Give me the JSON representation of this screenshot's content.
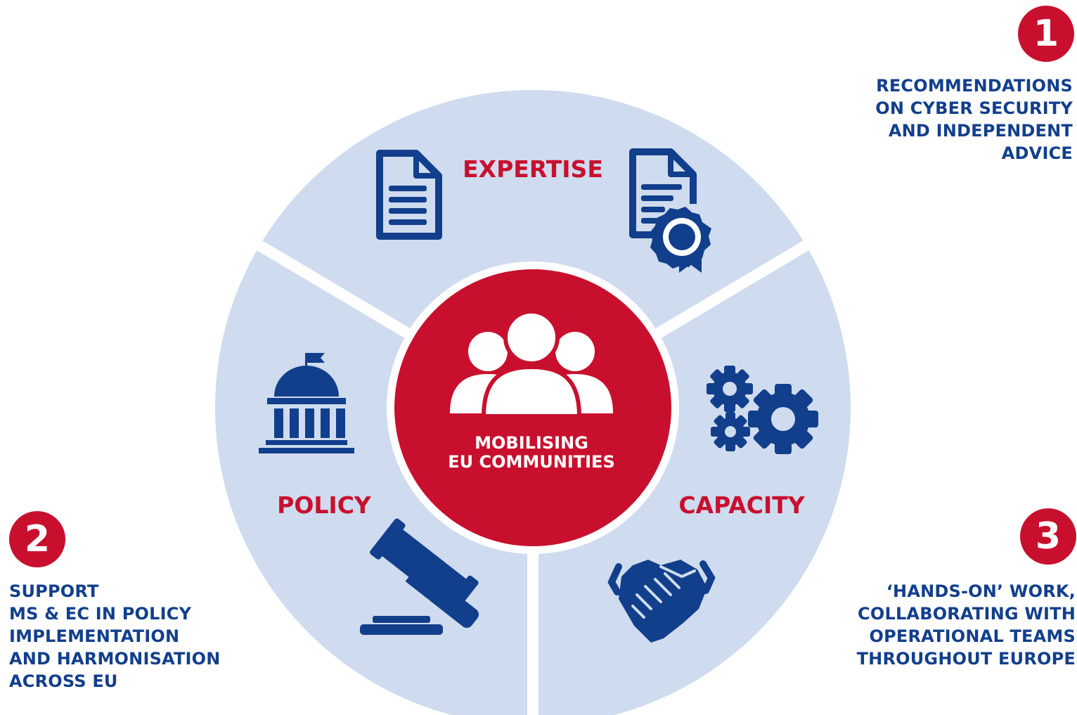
{
  "colors": {
    "segment": "#cfdbee",
    "separator": "#ffffff",
    "center": "#c8102e",
    "label_red": "#c8102e",
    "navy": "#123f8c",
    "icon_navy": "#123f8c",
    "white": "#ffffff"
  },
  "center": {
    "line1": "MOBILISING",
    "line2": "EU COMMUNITIES",
    "icon": "people-group-icon"
  },
  "segments": {
    "expertise": {
      "label": "EXPERTISE",
      "icons": [
        "document-icon",
        "certificate-icon"
      ]
    },
    "policy": {
      "label": "POLICY",
      "icons": [
        "government-building-icon",
        "gavel-icon"
      ]
    },
    "capacity": {
      "label": "CAPACITY",
      "icons": [
        "gears-icon",
        "handshake-icon"
      ]
    }
  },
  "callouts": [
    {
      "number": "1",
      "lines": [
        "RECOMMENDATIONS",
        "ON CYBER SECURITY",
        "AND INDEPENDENT",
        "ADVICE"
      ]
    },
    {
      "number": "2",
      "lines": [
        "SUPPORT",
        "MS & EC IN POLICY",
        "IMPLEMENTATION",
        "AND HARMONISATION",
        "ACROSS EU"
      ]
    },
    {
      "number": "3",
      "lines": [
        "‘HANDS-ON’ WORK,",
        "COLLABORATING WITH",
        "OPERATIONAL TEAMS",
        "THROUGHOUT EUROPE"
      ]
    }
  ]
}
